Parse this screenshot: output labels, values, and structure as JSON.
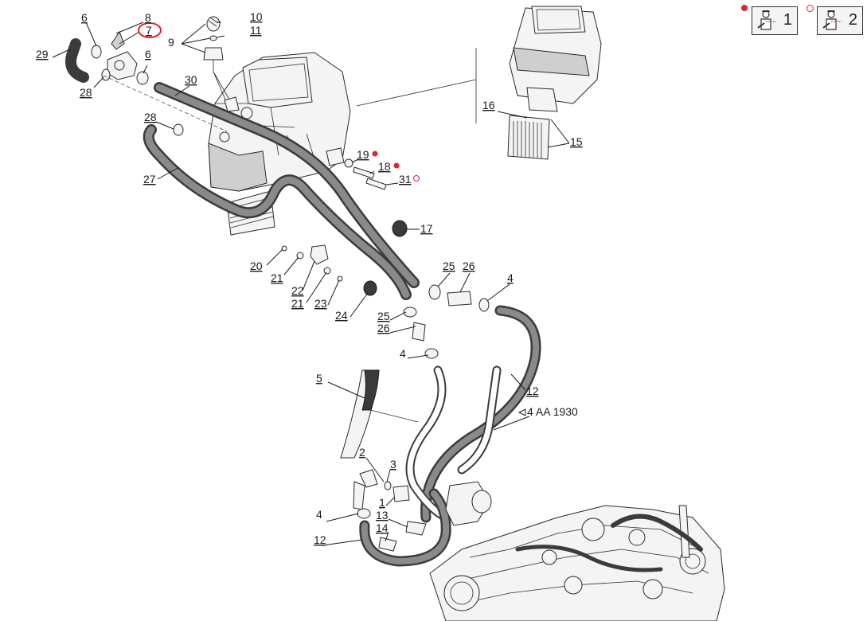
{
  "legend": {
    "role_1": "1",
    "role_2": "2",
    "person_icon": "technician-with-wrench-icon",
    "role_1_marker": "filled-red-dot",
    "role_2_marker": "hollow-red-circle"
  },
  "colors": {
    "marker_red": "#e0242f",
    "hose": "#3b3b3b",
    "line": "#1a1a1a"
  },
  "reference_code": "4 AA 1930",
  "callouts": {
    "c6a": "6",
    "c8": "8",
    "c7": "7",
    "c10": "10",
    "c11": "11",
    "c9": "9",
    "c29": "29",
    "c6b": "6",
    "c28a": "28",
    "c30": "30",
    "c28b": "28",
    "c27": "27",
    "c16": "16",
    "c15": "15",
    "c19": "19",
    "c18": "18",
    "c31": "31",
    "c17": "17",
    "c20": "20",
    "c21a": "21",
    "c22": "22",
    "c21b": "21",
    "c23": "23",
    "c24": "24",
    "c25a": "25",
    "c26a": "26",
    "c4a": "4",
    "c25b": "25",
    "c26b": "26",
    "c4b": "4",
    "c5": "5",
    "c12a": "12",
    "c2": "2",
    "c3": "3",
    "c1": "1",
    "c13": "13",
    "c4c": "4",
    "c14": "14",
    "c12b": "12"
  }
}
